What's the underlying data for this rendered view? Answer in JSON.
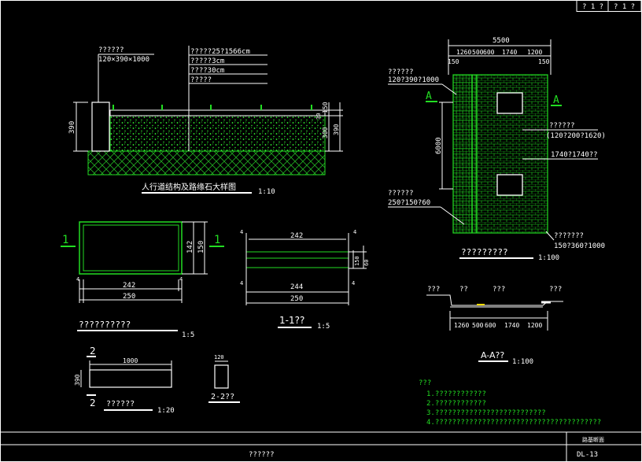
{
  "title_block": {
    "cell_a": "? 1 ?",
    "cell_b": "? 1 ?",
    "bottom_left": "??????",
    "bottom_right_top": "路基断面",
    "sheet_no": "DL-13"
  },
  "detail1": {
    "curb_note_1": "??????",
    "curb_note_2": "120×390×1000",
    "layer_1": "?????25?1566cm",
    "layer_2": "?????3cm",
    "layer_3": "????30cm",
    "layer_4": "?????",
    "dim_left": "390",
    "dim_r1": "150",
    "dim_r2": "300",
    "dim_r3": "390",
    "dim_r4": "30",
    "title": "人行道结构及路缘石大样图",
    "scale": "1:10"
  },
  "plan": {
    "width_total": "5500",
    "w1": "1260",
    "w2": "500",
    "w3": "600",
    "w4": "1740",
    "w5": "1200",
    "w_left": "150",
    "w_right": "150",
    "height": "6000",
    "label_a_left": "A",
    "label_a_right": "A",
    "n1_a": "??????",
    "n1_b": "120?390?1000",
    "n2_a": "??????",
    "n2_b": "(120?200?1620)",
    "n3": "1740?1740??",
    "n4_a": "??????",
    "n4_b": "250?150?60",
    "n5_a": "???????",
    "n5_b": "150?360?1000",
    "title": "?????????",
    "scale": "1:100"
  },
  "brick": {
    "section_mark": "1",
    "w_inner": "242",
    "w_outer": "250",
    "h_inner": "142",
    "h_outer": "150",
    "title": "??????????",
    "scale": "1:5",
    "d4a": "4",
    "d4b": "4"
  },
  "section11": {
    "w_top": "242",
    "w_mid": "244",
    "w_bot": "250",
    "h1": "4",
    "h2": "60",
    "h3": "150",
    "h4": "4",
    "h5": "4",
    "h6": "4",
    "title": "1-1??",
    "scale": "1:5"
  },
  "curb": {
    "mark": "2",
    "length": "1000",
    "height": "390",
    "title": "??????",
    "scale": "1:20"
  },
  "section22": {
    "width": "120",
    "title": "2-2??"
  },
  "sectionAA": {
    "l1": "???",
    "l2": "??",
    "l3": "???",
    "l4": "???",
    "d1": "1260",
    "d2": "500",
    "d3": "600",
    "d4": "1740",
    "d5": "1200",
    "title": "A-A??",
    "scale": "1:100"
  },
  "notes": {
    "heading": "???",
    "items": [
      "1.????????????",
      "2.????????????",
      "3.??????????????????????????",
      "4.???????????????????????????????????????"
    ]
  },
  "colors": {
    "line": "#ffffff",
    "green": "#22dd22",
    "bright": "#33ff33",
    "hatch": "#22aa22",
    "accent": "#ffdd00"
  }
}
